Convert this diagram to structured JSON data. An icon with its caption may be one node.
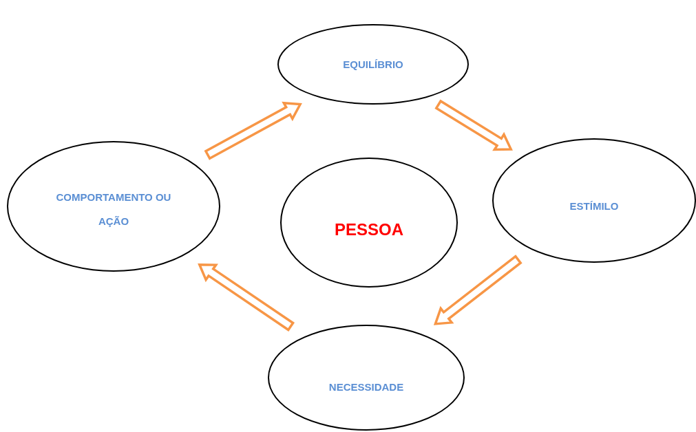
{
  "diagram": {
    "nodes": [
      {
        "text": [
          "EQUILÍBRIO"
        ]
      },
      {
        "text": [
          "COMPORTAMENTO OU AÇÃO"
        ]
      },
      {
        "text": [
          "PESSOA"
        ]
      },
      {
        "text": [
          "ESTÍMILO"
        ]
      },
      {
        "text": [
          "NECESSIDADE"
        ]
      }
    ],
    "edges": [
      {
        "from": 1,
        "to": 0,
        "arrow": "to"
      },
      {
        "from": 0,
        "to": 3,
        "arrow": "to"
      },
      {
        "from": 3,
        "to": 4,
        "arrow": "to"
      },
      {
        "from": 4,
        "to": 1,
        "arrow": "to"
      }
    ]
  }
}
